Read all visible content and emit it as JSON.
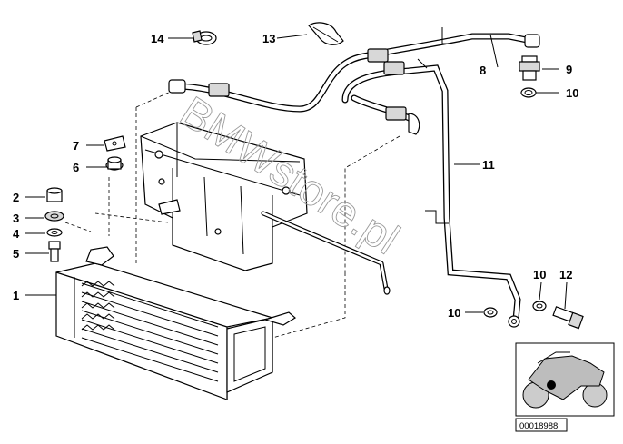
{
  "watermark": "BMWstore.pl",
  "diagram_number": "00018988",
  "part_labels": [
    {
      "id": "14",
      "text": "14"
    },
    {
      "id": "13",
      "text": "13"
    },
    {
      "id": "8",
      "text": "8"
    },
    {
      "id": "9",
      "text": "9"
    },
    {
      "id": "10a",
      "text": "10"
    },
    {
      "id": "7",
      "text": "7"
    },
    {
      "id": "6",
      "text": "6"
    },
    {
      "id": "11",
      "text": "11"
    },
    {
      "id": "2",
      "text": "2"
    },
    {
      "id": "3",
      "text": "3"
    },
    {
      "id": "4",
      "text": "4"
    },
    {
      "id": "5",
      "text": "5"
    },
    {
      "id": "1",
      "text": "1"
    },
    {
      "id": "10b",
      "text": "10"
    },
    {
      "id": "12",
      "text": "12"
    },
    {
      "id": "10c",
      "text": "10"
    }
  ],
  "icons": {
    "cooler": "oil-cooler-icon",
    "motorcycle": "motorcycle-thumbnail-icon"
  }
}
